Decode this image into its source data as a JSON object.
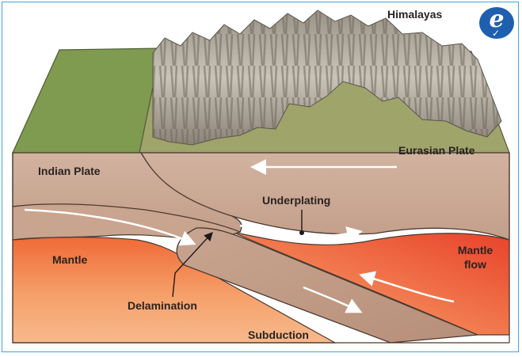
{
  "labels": {
    "himalayas": "Himalayas",
    "eurasian_plate": "Eurasian Plate",
    "indian_plate": "Indian Plate",
    "underplating": "Underplating",
    "mantle": "Mantle",
    "mantle_flow": "Mantle flow",
    "delamination": "Delamination",
    "subduction": "Subduction"
  },
  "logo": {
    "letter": "e",
    "mark": "✓"
  },
  "icons": [
    "check-icon"
  ],
  "colors": {
    "crust": "#c5a592",
    "crust_dark": "#a9826c",
    "mantle_warm": "#f37c3e",
    "mantle_hot": "#e94f2a",
    "grass": "#7f9c52",
    "mountain": "#b7b1a6",
    "arrow": "#ffffff",
    "logo_blue": "#1f5fb0",
    "frame_border": "#39a8de"
  }
}
